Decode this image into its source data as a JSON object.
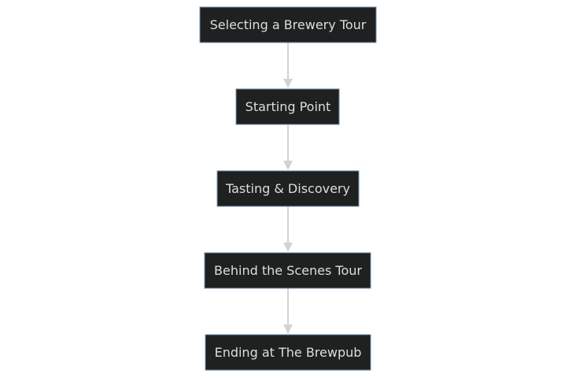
{
  "diagram": {
    "type": "flowchart",
    "direction": "top-to-bottom",
    "colors": {
      "node_fill": "#1f2020",
      "node_stroke": "#6f8fae",
      "node_text": "#dddddd",
      "edge": "#d3d3d3",
      "background": "#ffffff"
    },
    "nodes": [
      {
        "id": "n1",
        "label": "Selecting a Brewery Tour"
      },
      {
        "id": "n2",
        "label": "Starting Point"
      },
      {
        "id": "n3",
        "label": "Tasting & Discovery"
      },
      {
        "id": "n4",
        "label": "Behind the Scenes Tour"
      },
      {
        "id": "n5",
        "label": "Ending at The Brewpub"
      }
    ],
    "edges": [
      {
        "from": "n1",
        "to": "n2"
      },
      {
        "from": "n2",
        "to": "n3"
      },
      {
        "from": "n3",
        "to": "n4"
      },
      {
        "from": "n4",
        "to": "n5"
      }
    ]
  }
}
